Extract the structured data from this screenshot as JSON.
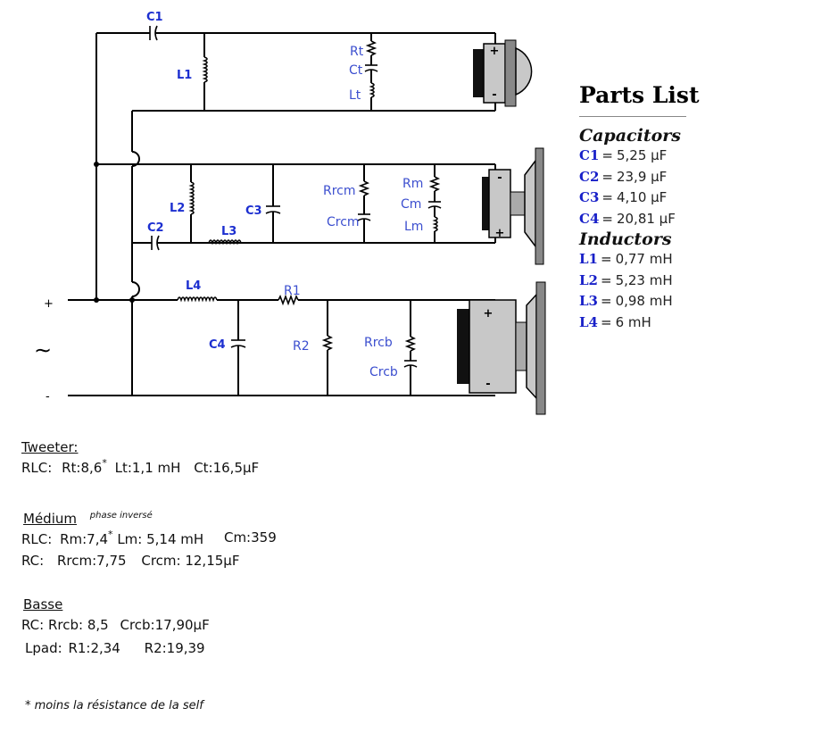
{
  "schematic": {
    "input_plus": "+",
    "input_minus": "-",
    "ac_symbol": "∼",
    "tweeter": {
      "c1": "C1",
      "l1": "L1",
      "rt": "Rt",
      "ct": "Ct",
      "lt": "Lt"
    },
    "medium": {
      "c2": "C2",
      "l2": "L2",
      "l3": "L3",
      "c3": "C3",
      "rrcm": "Rrcm",
      "crcm": "Crcm",
      "rm": "Rm",
      "cm": "Cm",
      "lm": "Lm"
    },
    "bass": {
      "l4": "L4",
      "r1": "R1",
      "c4": "C4",
      "r2": "R2",
      "rrcb": "Rrcb",
      "crcb": "Crcb"
    },
    "driver_plus": "+",
    "driver_minus": "-"
  },
  "parts_list": {
    "title": "Parts List",
    "capacitors_heading": "Capacitors",
    "capacitors": [
      {
        "name": "C1",
        "eq": "=",
        "value": "5,25 µF"
      },
      {
        "name": "C2",
        "eq": "=",
        "value": "23,9 µF"
      },
      {
        "name": "C3",
        "eq": "=",
        "value": "4,10 µF"
      },
      {
        "name": "C4",
        "eq": "=",
        "value": "20,81 µF"
      }
    ],
    "inductors_heading": "Inductors",
    "inductors": [
      {
        "name": "L1",
        "eq": "=",
        "value": "0,77 mH"
      },
      {
        "name": "L2",
        "eq": "=",
        "value": "5,23 mH"
      },
      {
        "name": "L3",
        "eq": "=",
        "value": "0,98 mH"
      },
      {
        "name": "L4",
        "eq": "=",
        "value": "6 mH"
      }
    ]
  },
  "notes": {
    "tweeter_title": "Tweeter:",
    "tweeter_rlc_label": "RLC:",
    "tweeter_rt": "Rt:8,6",
    "asterisk": "*",
    "tweeter_lt": "Lt:1,1 mH",
    "tweeter_ct": "Ct:16,5µF",
    "medium_title": "Médium",
    "medium_phase": "phase inversé",
    "medium_rlc_label": "RLC:",
    "medium_rm": "Rm:7,4",
    "medium_lm": "Lm: 5,14 mH",
    "medium_cm": "Cm:359",
    "medium_rc_label": "RC:",
    "medium_rrcm": "Rrcm:7,75",
    "medium_crcm": "Crcm: 12,15µF",
    "bass_title": "Basse",
    "bass_rc": "RC: Rrcb: 8,5",
    "bass_crcb": "Crcb:17,90µF",
    "bass_lpad_label": "Lpad:",
    "bass_r1": "R1:2,34",
    "bass_r2": "R2:19,39",
    "footnote": "* moins la résistance de la self"
  }
}
